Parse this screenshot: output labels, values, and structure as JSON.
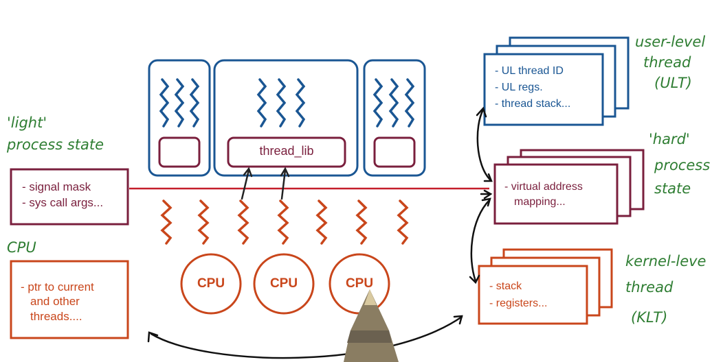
{
  "colors": {
    "user_blue": "#1a5693",
    "process_purple": "#7a1f3d",
    "kernel_orange": "#c9461b",
    "annotation_green": "#2e7d32"
  },
  "user_space": {
    "thread_lib_label": "thread_lib"
  },
  "light_process_state": {
    "caption_line1": "'light'",
    "caption_line2": "process state",
    "items": [
      "- signal mask",
      "- sys call args..."
    ]
  },
  "cpu_section": {
    "caption": "CPU",
    "items": [
      "- ptr to current",
      "and other",
      "threads...."
    ],
    "cpus": [
      "CPU",
      "CPU",
      "CPU"
    ]
  },
  "ult": {
    "items": [
      "- UL thread ID",
      "- UL regs.",
      "- thread stack..."
    ],
    "caption_line1": "user-level",
    "caption_line2": "thread",
    "caption_line3": "(ULT)"
  },
  "hard_process_state": {
    "items": [
      "- virtual address",
      "mapping..."
    ],
    "caption_line1": "'hard'",
    "caption_line2": "process",
    "caption_line3": "state"
  },
  "klt": {
    "items": [
      "- stack",
      "- registers..."
    ],
    "caption_line1": "kernel-leve",
    "caption_line2": "thread",
    "caption_line3": "(KLT)"
  }
}
